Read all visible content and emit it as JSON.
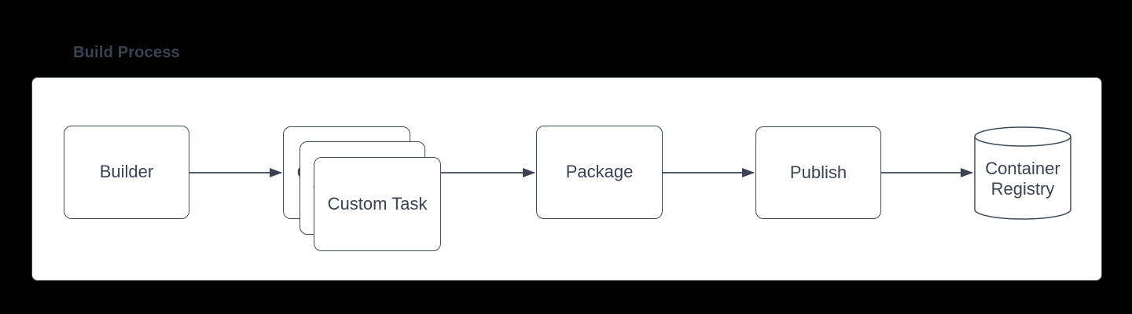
{
  "title": "Build Process",
  "colors": {
    "background": "#000000",
    "panel_fill": "#ffffff",
    "stroke": "#3b4252",
    "text": "#3b4252"
  },
  "nodes": [
    {
      "id": "builder",
      "label": "Builder",
      "shape": "rounded-rectangle"
    },
    {
      "id": "custom-task",
      "label": "Custom Task",
      "shape": "stacked-rounded-rectangle",
      "stack_count": 3
    },
    {
      "id": "package",
      "label": "Package",
      "shape": "rounded-rectangle"
    },
    {
      "id": "publish",
      "label": "Publish",
      "shape": "rounded-rectangle"
    },
    {
      "id": "container-registry",
      "label": "Container Registry",
      "shape": "cylinder"
    }
  ],
  "edges": [
    {
      "from": "Builder",
      "to": "Custom Task"
    },
    {
      "from": "Custom Task",
      "to": "Package"
    },
    {
      "from": "Package",
      "to": "Publish"
    },
    {
      "from": "Publish",
      "to": "Container Registry"
    }
  ]
}
